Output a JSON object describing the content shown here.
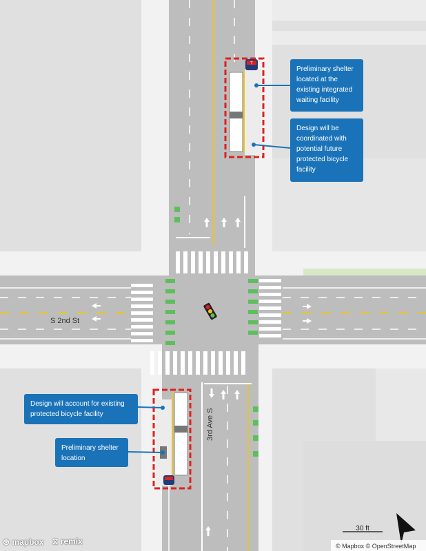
{
  "callouts": [
    {
      "text": "Preliminary shelter located at the existing integrated waiting facility"
    },
    {
      "text": "Design will be coordinated with potential future protected bicycle facility"
    },
    {
      "text": "Design will account for existing protected bicycle facility"
    },
    {
      "text": "Preliminary shelter location"
    }
  ],
  "streets": {
    "cross": "S 2nd St",
    "avenue": "3rd Ave S"
  },
  "scale": {
    "label": "30 ft"
  },
  "attribution": "© Mapbox © OpenStreetMap",
  "brands": {
    "mapbox": "mapbox",
    "remix": "remix"
  },
  "colors": {
    "road": "#bdbdbd",
    "sidewalk": "#f2f2f2",
    "block": "#e3e3e3",
    "callout": "#1a73b8",
    "stopbox": "#e02020",
    "bikelane": "#5cbf5c",
    "centerline": "#f0c419"
  },
  "icons": [
    "transit-stop-icon",
    "traffic-signal-icon",
    "north-arrow-icon",
    "bus-icon"
  ]
}
